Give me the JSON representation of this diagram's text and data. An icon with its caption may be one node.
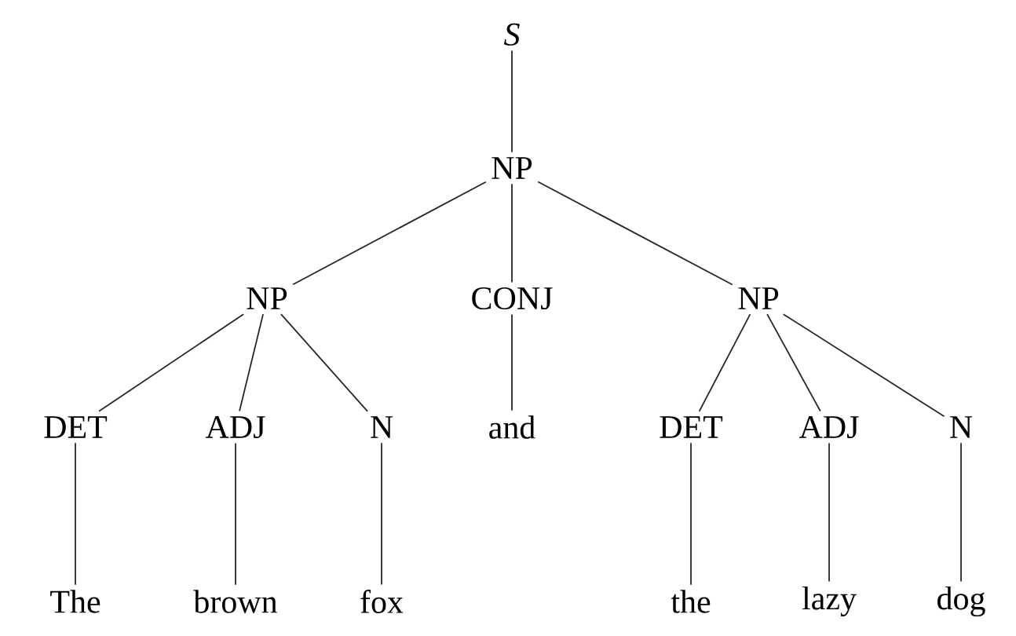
{
  "diagram": {
    "nodes": [
      {
        "text": [
          "S"
        ]
      },
      {
        "text": [
          "NP"
        ]
      },
      {
        "text": [
          "NP"
        ]
      },
      {
        "text": [
          "CONJ"
        ]
      },
      {
        "text": [
          "NP"
        ]
      },
      {
        "text": [
          "DET"
        ]
      },
      {
        "text": [
          "ADJ"
        ]
      },
      {
        "text": [
          "N"
        ]
      },
      {
        "text": [
          "and"
        ]
      },
      {
        "text": [
          "DET"
        ]
      },
      {
        "text": [
          "ADJ"
        ]
      },
      {
        "text": [
          "N"
        ]
      },
      {
        "text": [
          "The"
        ]
      },
      {
        "text": [
          "brown"
        ]
      },
      {
        "text": [
          "fox"
        ]
      },
      {
        "text": [
          "the"
        ]
      },
      {
        "text": [
          "lazy"
        ]
      },
      {
        "text": [
          "dog"
        ]
      }
    ],
    "edges": [
      {
        "from": 0,
        "to": 1,
        "arrow": "none"
      },
      {
        "from": 1,
        "to": 2,
        "arrow": "none"
      },
      {
        "from": 1,
        "to": 3,
        "arrow": "none"
      },
      {
        "from": 1,
        "to": 4,
        "arrow": "none"
      },
      {
        "from": 2,
        "to": 5,
        "arrow": "none"
      },
      {
        "from": 2,
        "to": 6,
        "arrow": "none"
      },
      {
        "from": 2,
        "to": 7,
        "arrow": "none"
      },
      {
        "from": 3,
        "to": 8,
        "arrow": "none"
      },
      {
        "from": 4,
        "to": 9,
        "arrow": "none"
      },
      {
        "from": 4,
        "to": 10,
        "arrow": "none"
      },
      {
        "from": 4,
        "to": 11,
        "arrow": "none"
      },
      {
        "from": 5,
        "to": 12,
        "arrow": "none"
      },
      {
        "from": 6,
        "to": 13,
        "arrow": "none"
      },
      {
        "from": 7,
        "to": 14,
        "arrow": "none"
      },
      {
        "from": 9,
        "to": 15,
        "arrow": "none"
      },
      {
        "from": 10,
        "to": 16,
        "arrow": "none"
      },
      {
        "from": 11,
        "to": 17,
        "arrow": "none"
      }
    ]
  }
}
